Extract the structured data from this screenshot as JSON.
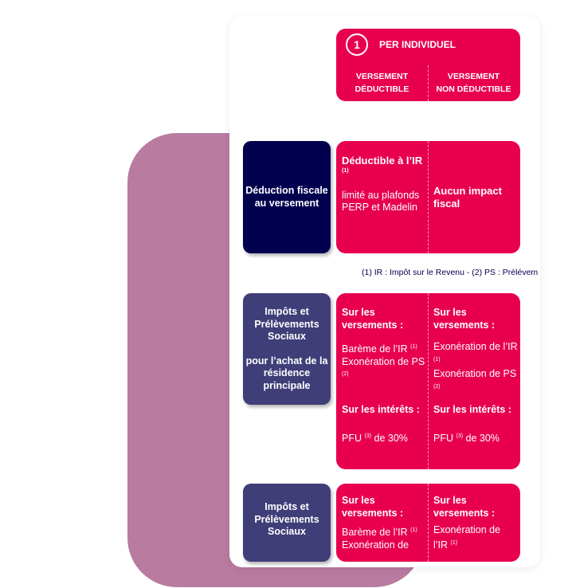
{
  "header": {
    "number": "1",
    "title": "PER INDIVIDUEL",
    "col1": [
      "VERSEMENT",
      "DÉDUCTIBLE"
    ],
    "col2": [
      "VERSEMENT",
      "NON DÉDUCTIBLE"
    ]
  },
  "row1": {
    "label": "Déduction fiscale au versement",
    "c1_title": "Déductible à l’IR",
    "c1_sup": "(1)",
    "c1_text": "limité au plafonds PERP et Madelin",
    "c2_title": "Aucun impact fiscal"
  },
  "footnote": "(1) IR : Impôt sur le Revenu - (2) PS : Prélévem",
  "row2": {
    "label1": "Impôts et Prélèvements Sociaux",
    "label2": "pour l’achat de la résidence principale",
    "vers": "Sur les versements :",
    "c1a": "Barème de l’IR",
    "sup1": "(1)",
    "c1b": "Exonération de PS",
    "sup2": "(2)",
    "c2a": "Exonération de l’IR",
    "c2b": "Exonération de PS",
    "int": "Sur les intérêts :",
    "pfu1": "PFU",
    "sup3": "(3)",
    "pfu2": "de 30%"
  },
  "row3": {
    "label1": "Impôts et Prélèvements Sociaux",
    "vers": "Sur les versements :",
    "c1a": "Barème de l’IR",
    "sup1": "(1)",
    "c1b": "Exonération de",
    "c2a": "Exonération de",
    "c2b": "l’IR",
    "sup2": "(1)"
  },
  "colors": {
    "pink": "#e8004f",
    "navy": "#00004f",
    "slate": "#403e78",
    "background_shape": "#b97b9f"
  }
}
